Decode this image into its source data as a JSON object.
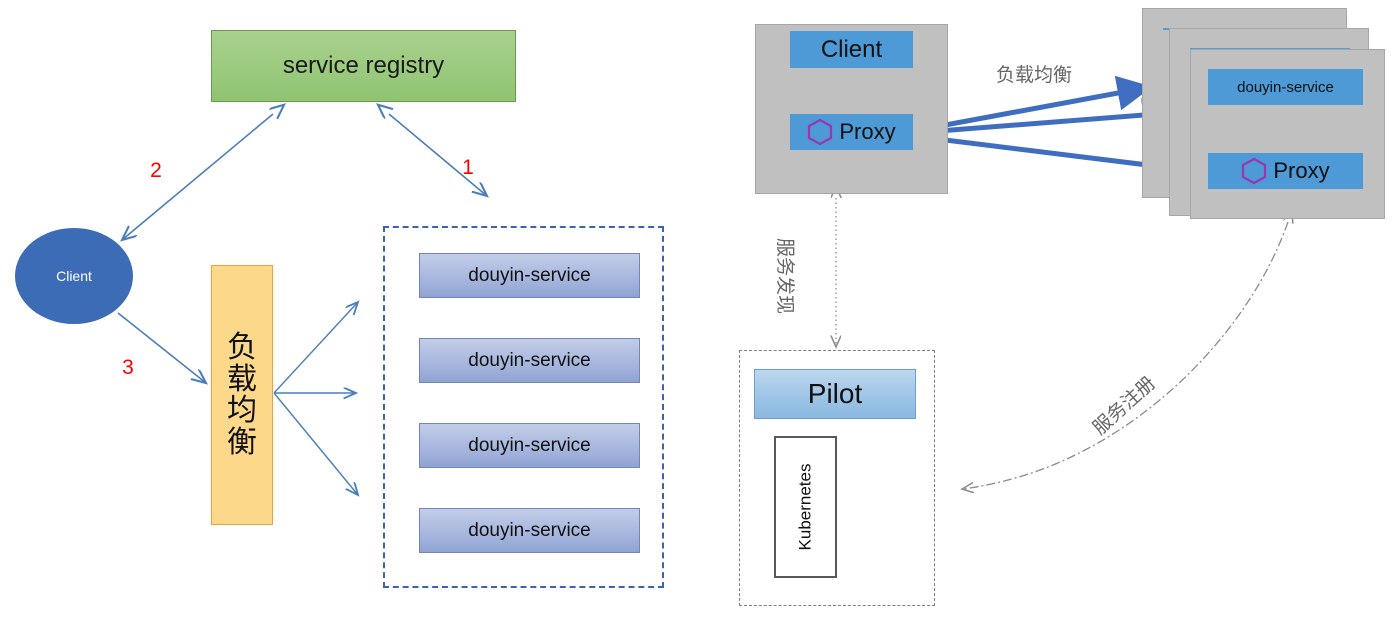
{
  "left_diagram": {
    "registry": {
      "label": "service registry"
    },
    "client": {
      "label": "Client"
    },
    "load_balancer": {
      "chars": [
        "负",
        "载",
        "均",
        "衡"
      ],
      "label": "负载均衡"
    },
    "service_pool": {
      "instances": [
        {
          "label": "douyin-service"
        },
        {
          "label": "douyin-service"
        },
        {
          "label": "douyin-service"
        },
        {
          "label": "douyin-service"
        }
      ]
    },
    "step_numbers": [
      {
        "label": "1"
      },
      {
        "label": "2"
      },
      {
        "label": "3"
      }
    ]
  },
  "right_diagram": {
    "client_pod": {
      "client": {
        "label": "Client"
      },
      "proxy": {
        "label": "Proxy"
      }
    },
    "service_pods": {
      "count": 3,
      "service": {
        "label": "douyin-service"
      },
      "proxy": {
        "label": "Proxy"
      }
    },
    "labels": {
      "load_balancing": "负载均衡",
      "service_discovery": "服务发现",
      "service_registration": "服务注册"
    },
    "control_plane": {
      "pilot": {
        "label": "Pilot"
      },
      "platform": {
        "label": "Kubernetes"
      }
    }
  },
  "colors": {
    "registry_green": "#9bca7e",
    "client_blue": "#3b6cb5",
    "lb_orange": "#fcd98a",
    "service_box_blue": "#a8b7de",
    "pod_gray": "#c0c0c0",
    "istio_blue": "#4d9ad6",
    "proxy_hex_purple": "#9b35b0",
    "arrow_blue": "#4472c4",
    "thin_arrow_blue": "#4a7ebb",
    "step_number_red": "#ff0000",
    "dashed_border_blue": "#3b63b5",
    "label_gray": "#666666"
  }
}
